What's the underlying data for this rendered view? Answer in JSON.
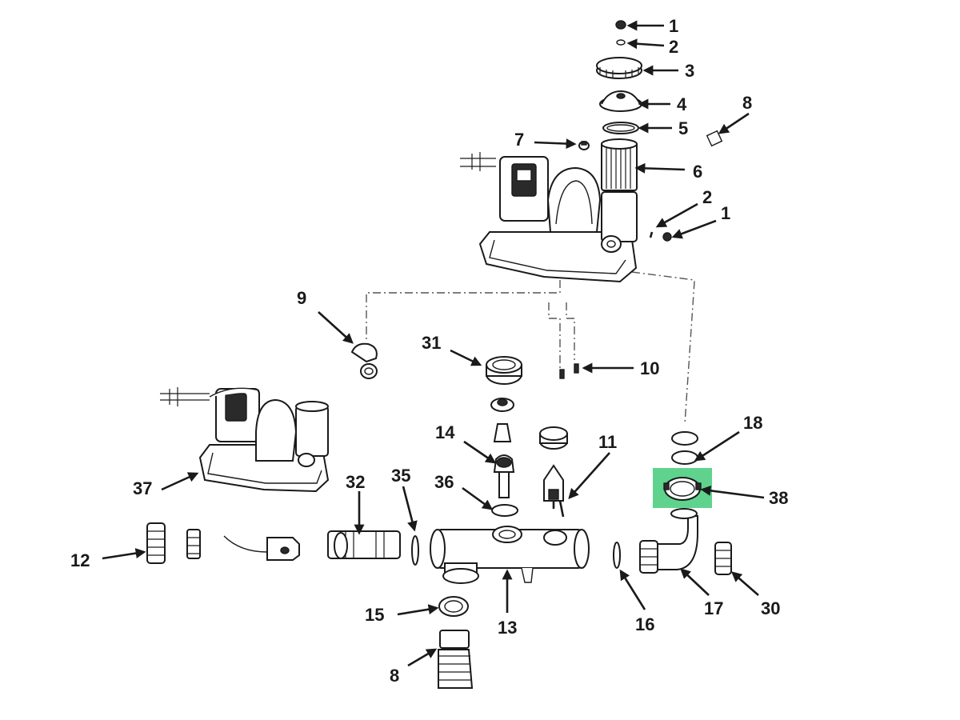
{
  "diagram": {
    "highlight_color": "#5fd38d",
    "ink_color": "#1a1a1a",
    "callouts": [
      {
        "id": "c1a",
        "label": "1"
      },
      {
        "id": "c2a",
        "label": "2"
      },
      {
        "id": "c3",
        "label": "3"
      },
      {
        "id": "c4",
        "label": "4"
      },
      {
        "id": "c5",
        "label": "5"
      },
      {
        "id": "c8a",
        "label": "8"
      },
      {
        "id": "c7",
        "label": "7"
      },
      {
        "id": "c6",
        "label": "6"
      },
      {
        "id": "c2b",
        "label": "2"
      },
      {
        "id": "c1b",
        "label": "1"
      },
      {
        "id": "c9",
        "label": "9"
      },
      {
        "id": "c31",
        "label": "31"
      },
      {
        "id": "c10",
        "label": "10"
      },
      {
        "id": "c18",
        "label": "18"
      },
      {
        "id": "c14",
        "label": "14"
      },
      {
        "id": "c11",
        "label": "11"
      },
      {
        "id": "c37",
        "label": "37"
      },
      {
        "id": "c32",
        "label": "32"
      },
      {
        "id": "c35",
        "label": "35"
      },
      {
        "id": "c36",
        "label": "36"
      },
      {
        "id": "c38",
        "label": "38"
      },
      {
        "id": "c12",
        "label": "12"
      },
      {
        "id": "c15",
        "label": "15"
      },
      {
        "id": "c13",
        "label": "13"
      },
      {
        "id": "c16",
        "label": "16"
      },
      {
        "id": "c17",
        "label": "17"
      },
      {
        "id": "c30",
        "label": "30"
      },
      {
        "id": "c8b",
        "label": "8"
      }
    ]
  }
}
